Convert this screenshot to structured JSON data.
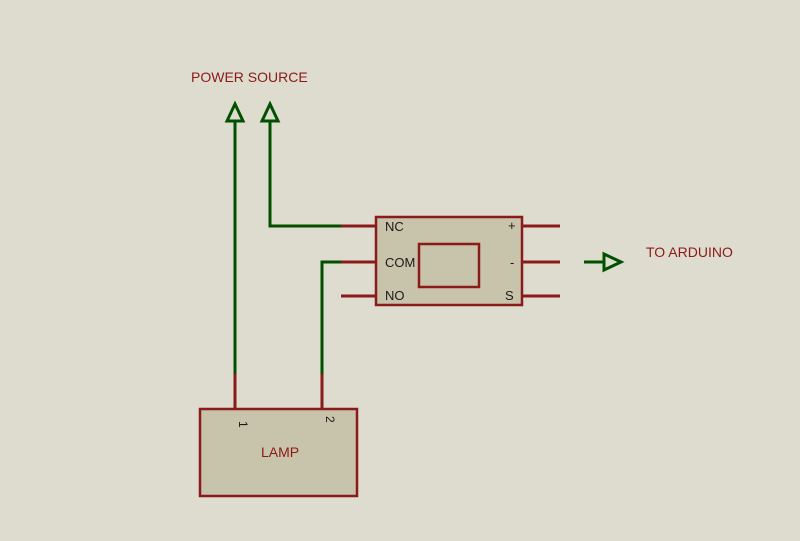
{
  "labels": {
    "power_source": "POWER SOURCE",
    "to_arduino": "TO ARDUINO",
    "lamp": "LAMP"
  },
  "relay": {
    "left_pins": [
      "NC",
      "COM",
      "NO"
    ],
    "right_pins": [
      "+",
      "-",
      "S"
    ]
  },
  "lamp_pins": [
    "1",
    "2"
  ],
  "colors": {
    "background": "#dddcce",
    "wire": "#005000",
    "component_outline": "#8b1a1a",
    "component_fill": "#c8c3ab",
    "label_text": "#8b1a1a"
  }
}
